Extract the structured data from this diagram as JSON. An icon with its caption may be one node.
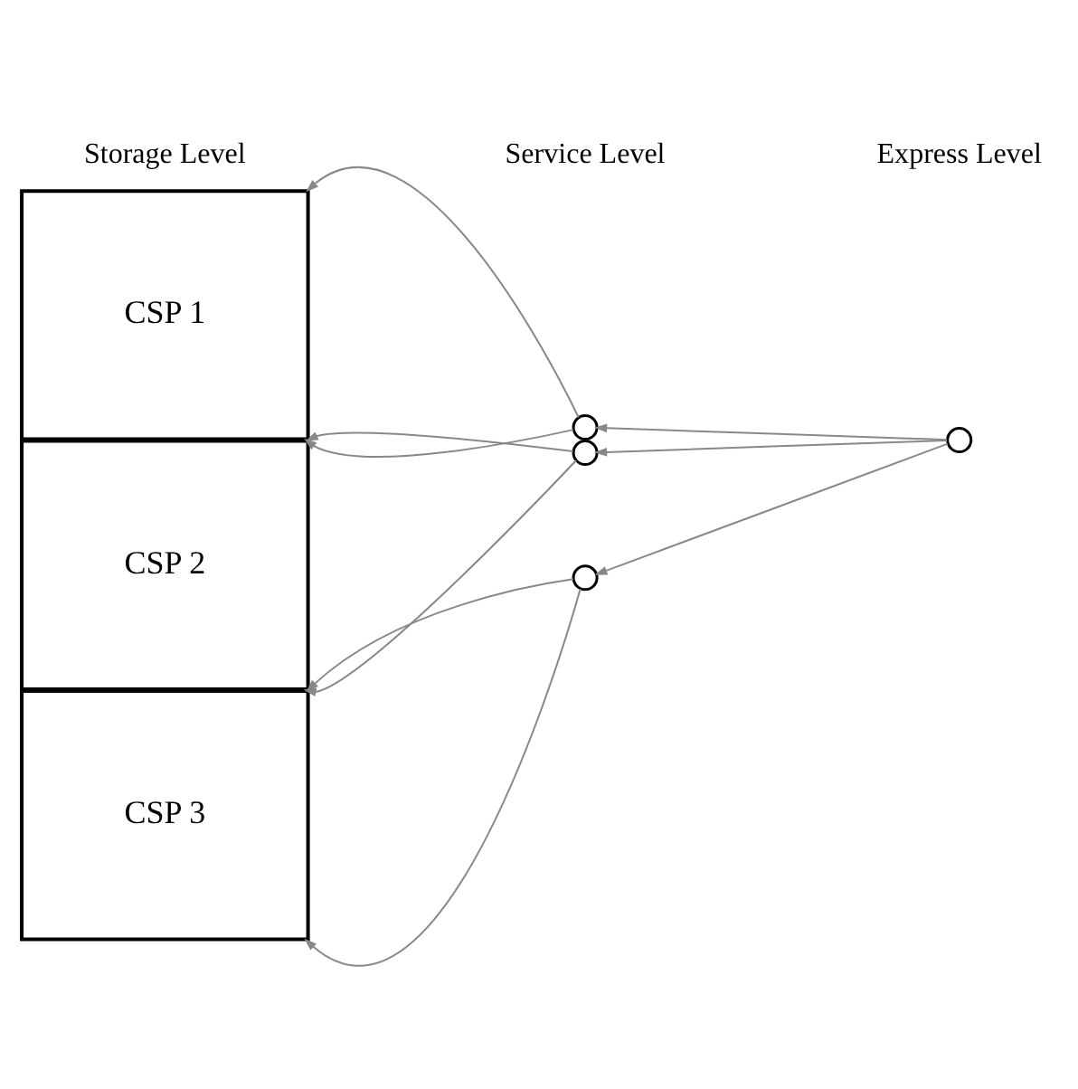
{
  "diagram": {
    "nodes": [
      {
        "text": [
          "CSP 1"
        ]
      },
      {
        "text": [
          "CSP 2"
        ]
      },
      {
        "text": [
          "CSP 3"
        ]
      },
      {
        "text": [],
        "shape": "circle"
      },
      {
        "text": [],
        "shape": "circle"
      },
      {
        "text": [],
        "shape": "circle"
      },
      {
        "text": [],
        "shape": "circle"
      }
    ],
    "edges": [
      {
        "from": 3,
        "to": 0,
        "arrow": "to"
      },
      {
        "from": 3,
        "to": 0,
        "arrow": "to"
      },
      {
        "from": 4,
        "to": 1,
        "arrow": "to"
      },
      {
        "from": 4,
        "to": 1,
        "arrow": "to"
      },
      {
        "from": 5,
        "to": 2,
        "arrow": "to"
      },
      {
        "from": 5,
        "to": 2,
        "arrow": "to"
      },
      {
        "from": 6,
        "to": 3,
        "arrow": "to"
      },
      {
        "from": 6,
        "to": 4,
        "arrow": "to"
      },
      {
        "from": 6,
        "to": 5,
        "arrow": "to"
      }
    ],
    "labels": [
      "Storage Level",
      "Service Level",
      "Express Level"
    ]
  }
}
